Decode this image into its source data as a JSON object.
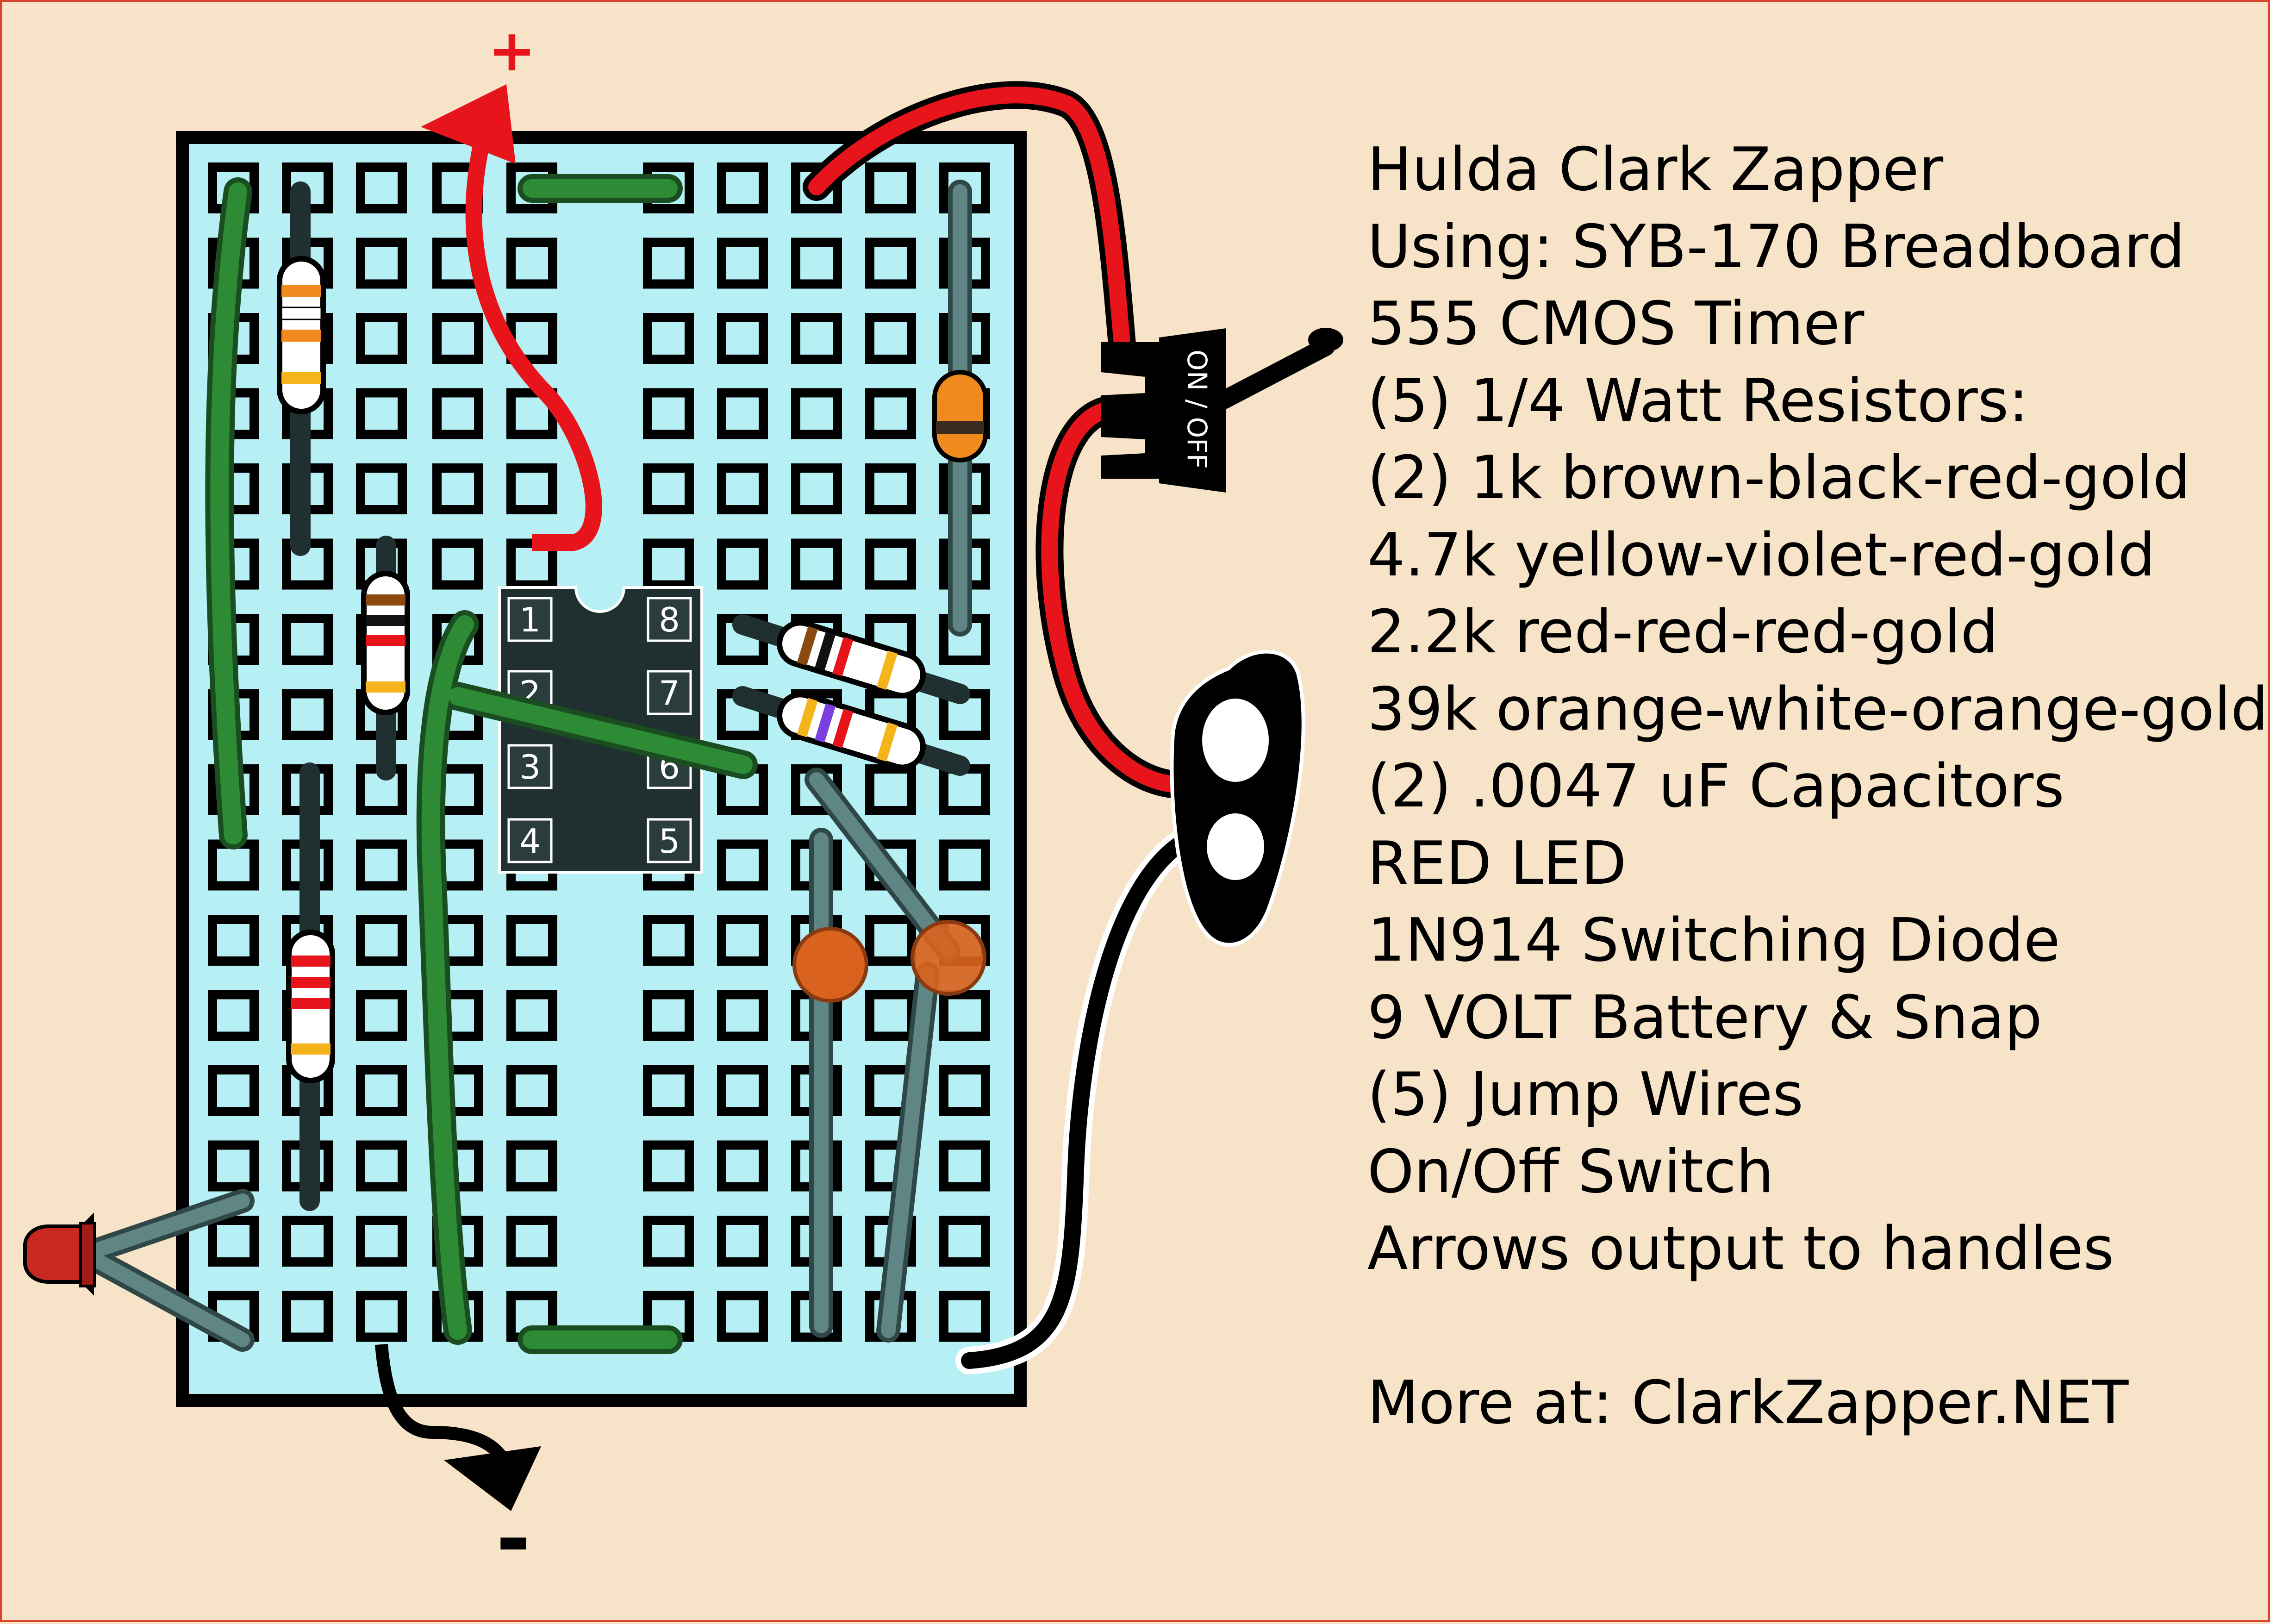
{
  "diagram": {
    "plus_sign": "+",
    "minus_sign": "-",
    "switch_label": "ON / OFF",
    "pins": [
      "1",
      "2",
      "3",
      "4",
      "5",
      "6",
      "7",
      "8"
    ],
    "colors": {
      "background": "#f6e3c8",
      "border": "#d8442a",
      "breadboard": "#b6f0f4",
      "jumper_wire": "#2e7d32",
      "red_wire": "#e8141c",
      "capacitor": "#d9631e",
      "led": "#c8281e",
      "lead": "#5f8585"
    }
  },
  "legend": {
    "title": "Hulda Clark Zapper",
    "lines": [
      "Using: SYB-170 Breadboard",
      "555 CMOS Timer",
      "(5) 1/4 Watt Resistors:",
      "(2) 1k brown-black-red-gold",
      "4.7k yellow-violet-red-gold",
      "2.2k red-red-red-gold",
      "39k orange-white-orange-gold",
      "(2) .0047 uF Capacitors",
      "RED LED",
      "1N914 Switching Diode",
      "9 VOLT Battery & Snap",
      "(5) Jump Wires",
      "On/Off Switch",
      "Arrows output to handles"
    ],
    "footer": "More at: ClarkZapper.NET"
  }
}
